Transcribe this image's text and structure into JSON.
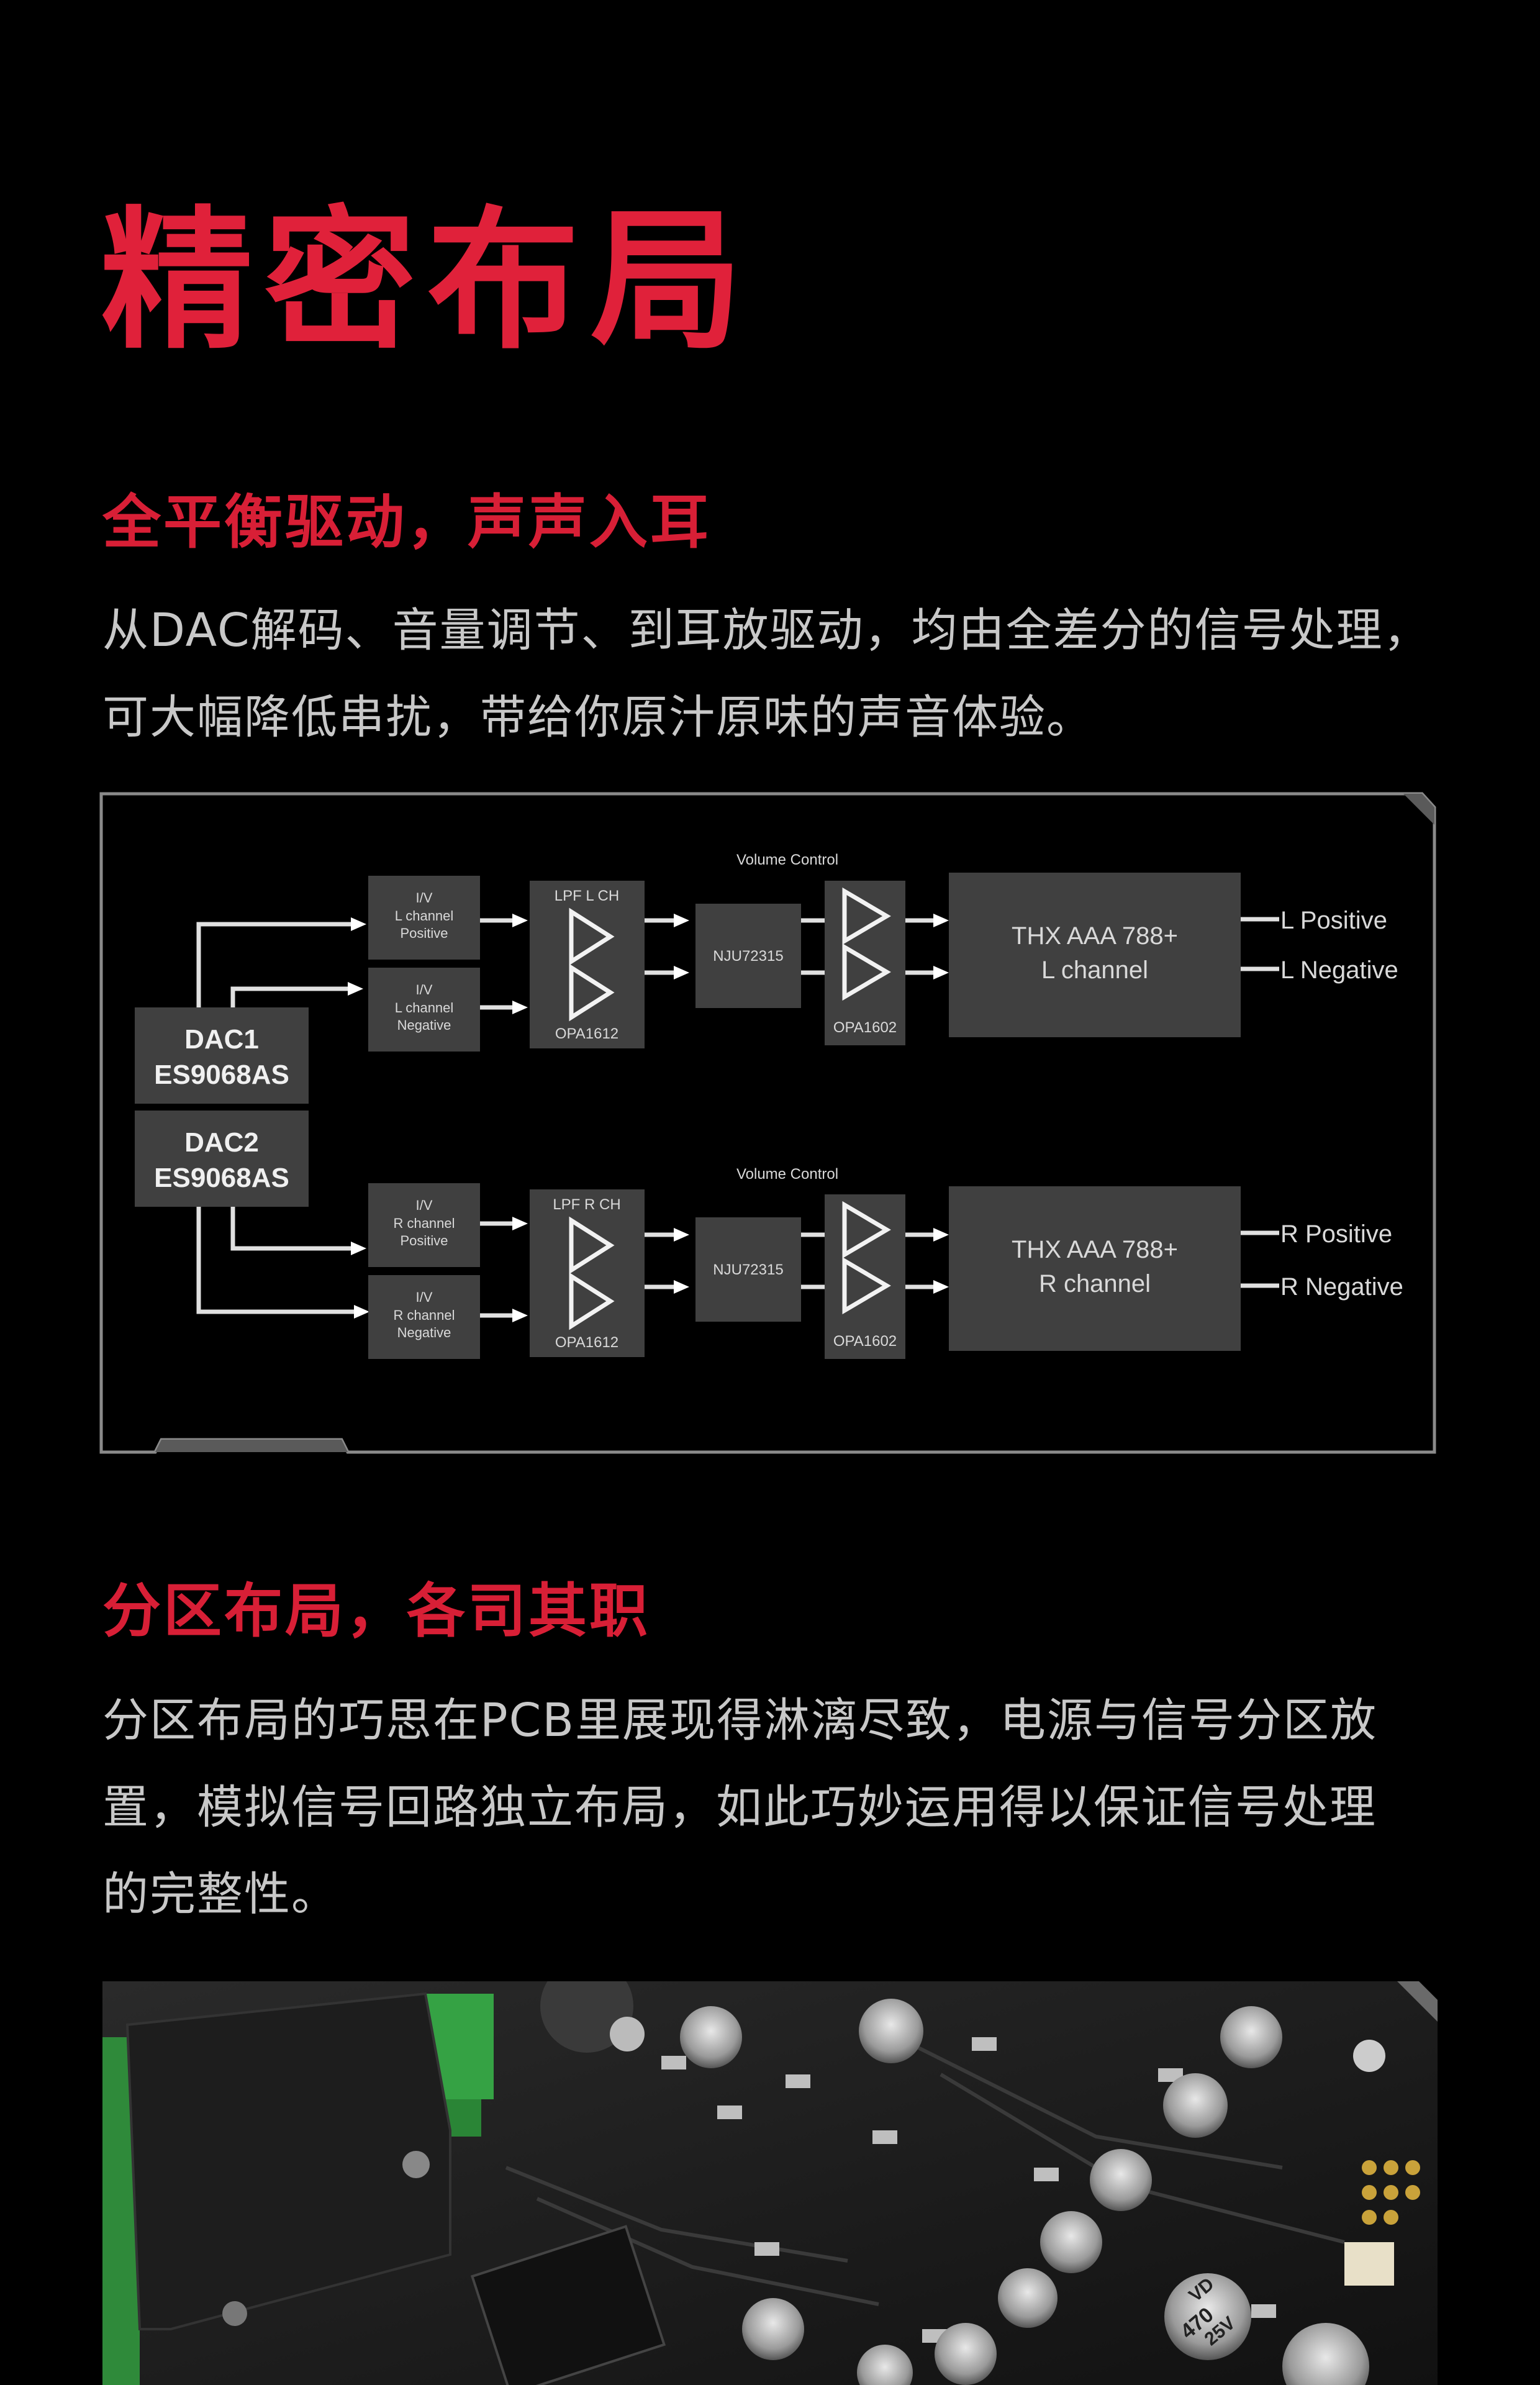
{
  "page": {
    "title": "精密布局",
    "section1": {
      "heading": "全平衡驱动，声声入耳",
      "paragraph_lines": [
        "从DAC解码、音量调节、到耳放驱动，均由全差分的信号处理，",
        "可大幅降低串扰，带给你原汁原味的声音体验。"
      ]
    },
    "section2": {
      "heading": "分区布局，各司其职",
      "paragraph_lines": [
        "分区布局的巧思在PCB里展现得淋漓尽致，电源与信号分区放",
        "置，模拟信号回路独立布局，如此巧妙运用得以保证信号处理",
        "的完整性。"
      ]
    }
  },
  "diagram": {
    "dac1": [
      "DAC1",
      "ES9068AS"
    ],
    "dac2": [
      "DAC2",
      "ES9068AS"
    ],
    "left": {
      "iv_pos": [
        "I/V",
        "L channel",
        "Positive"
      ],
      "iv_neg": [
        "I/V",
        "L channel",
        "Negative"
      ],
      "lpf": "LPF L CH",
      "lpf_chip": "OPA1612",
      "vol_label": "Volume Control",
      "vol_chip": "NJU72315",
      "buf_chip": "OPA1602",
      "amp": [
        "THX AAA 788+",
        "L channel"
      ],
      "out_pos": "L Positive",
      "out_neg": "L Negative"
    },
    "right": {
      "iv_pos": [
        "I/V",
        "R channel",
        "Positive"
      ],
      "iv_neg": [
        "I/V",
        "R channel",
        "Negative"
      ],
      "lpf": "LPF R CH",
      "lpf_chip": "OPA1612",
      "vol_label": "Volume Control",
      "vol_chip": "NJU72315",
      "buf_chip": "OPA1602",
      "amp": [
        "THX AAA 788+",
        "R channel"
      ],
      "out_pos": "R Positive",
      "out_neg": "R Negative"
    }
  },
  "pcb_photo": {
    "capacitor_labels": [
      "470",
      "25V",
      "VD"
    ]
  },
  "colors": {
    "accent": "#e0213a",
    "background": "#000000",
    "block": "#404040",
    "text": "#c8c8c8"
  }
}
